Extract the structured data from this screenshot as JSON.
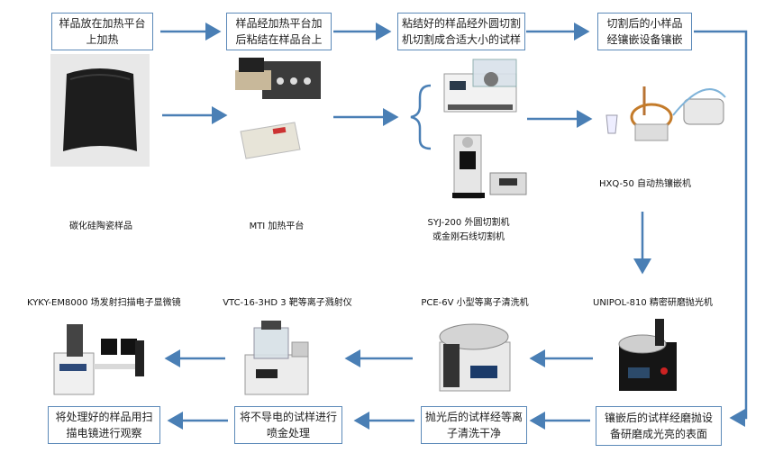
{
  "boxes": {
    "step1": "样品放在加热平台上加热",
    "step2": "样品经加热平台加后粘结在样品台上",
    "step3": "粘结好的样品经外圆切割机切割成合适大小的试样",
    "step4": "切割后的小样品经镶嵌设备镶嵌",
    "step5": "镶嵌后的试样经磨抛设备研磨成光亮的表面",
    "step6": "抛光后的试样经等离子清洗干净",
    "step7": "将不导电的试样进行喷金处理",
    "step8": "将处理好的样品用扫描电镜进行观察"
  },
  "labels": {
    "sample": "碳化硅陶瓷样品",
    "heater": "MTI 加热平台",
    "cutter_line1": "SYJ-200 外圆切割机",
    "cutter_line2": "或金刚石线切割机",
    "mounter": "HXQ-50 自动热镶嵌机",
    "polisher": "UNIPOL-810 精密研磨抛光机",
    "cleaner": "PCE-6V 小型等离子清洗机",
    "sputter": "VTC-16-3HD 3 靶等离子溅射仪",
    "sem": "KYKY-EM8000 场发射扫描电子显微镜"
  },
  "colors": {
    "arrow": "#4a7fb5",
    "box_border": "#5b89b8"
  }
}
